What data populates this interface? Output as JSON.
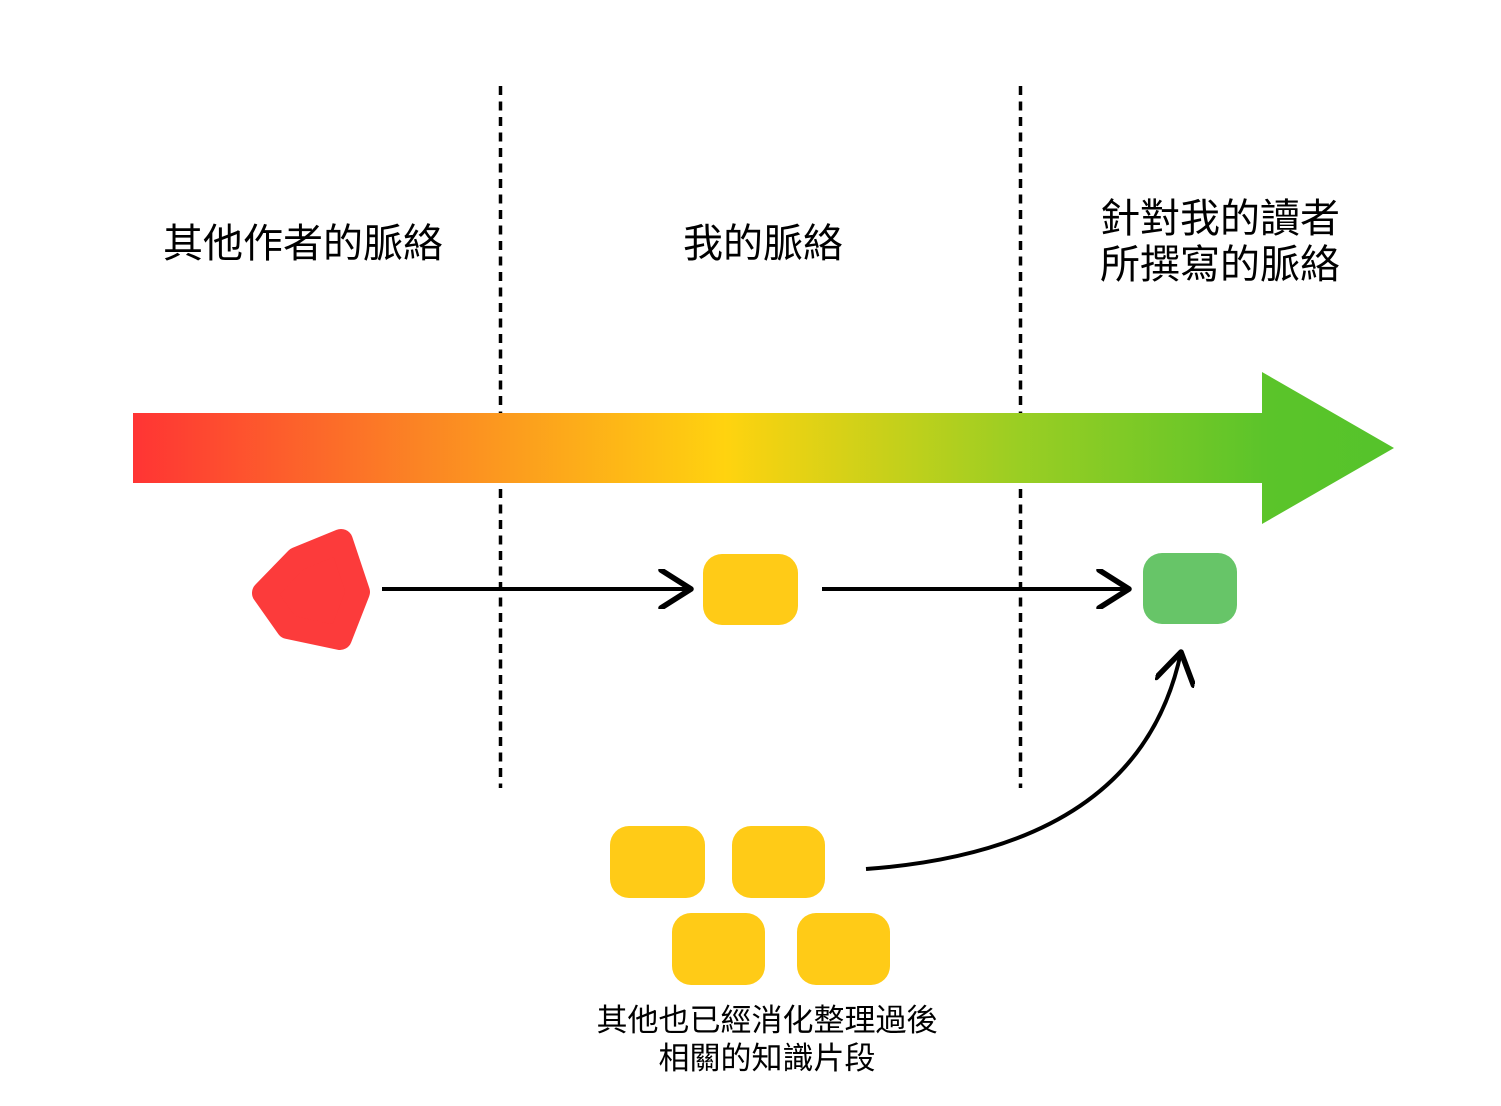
{
  "canvas": {
    "background": "#FFFFFF",
    "text_color": "#000000"
  },
  "sections": {
    "left": {
      "label": "其他作者的脈絡"
    },
    "middle": {
      "label": "我的脈絡"
    },
    "right": {
      "label_line1": "針對我的讀者",
      "label_line2": "所撰寫的脈絡"
    }
  },
  "timeline_arrow": {
    "direction": "left-to-right",
    "gradient_stops": [
      "#FF3434",
      "#FB8524",
      "#FFD30F",
      "#9BCE23",
      "#5BC42A",
      "#55C32B"
    ]
  },
  "shapes": {
    "red_blob_color": "#FC3B3B",
    "yellow_note_color": "#FFCB17",
    "green_note_color": "#67C568",
    "line_color": "#000000",
    "divider_color": "#000000"
  },
  "cluster": {
    "caption_line1": "其他也已經消化整理過後",
    "caption_line2": "相關的知識片段",
    "note_count": "4"
  }
}
